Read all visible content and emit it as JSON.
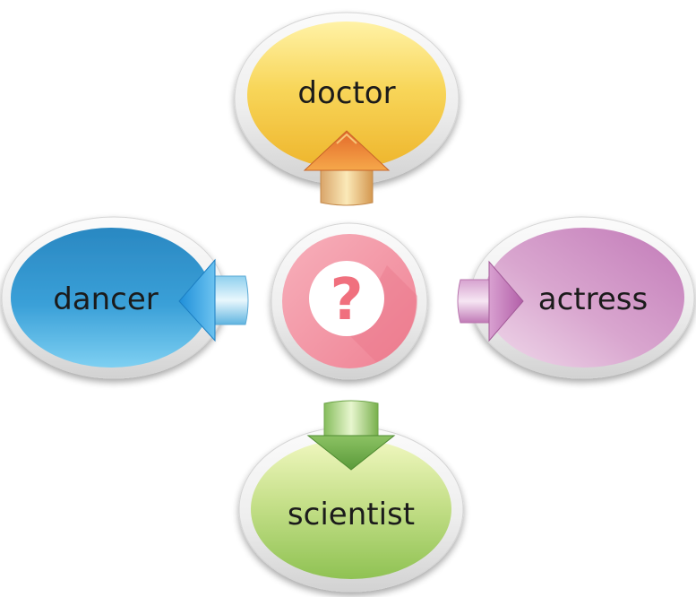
{
  "diagram": {
    "center": {
      "symbol": "?"
    },
    "nodes": {
      "top": {
        "label": "doctor"
      },
      "left": {
        "label": "dancer"
      },
      "right": {
        "label": "actress"
      },
      "bottom": {
        "label": "scientist"
      }
    }
  },
  "colors": {
    "doctor": "#f5c93f",
    "dancer": "#3aa0d8",
    "actress": "#cf8fc2",
    "scientist": "#9ccb5c",
    "center": "#f3909f",
    "arrow_up": "#ee7d3a",
    "arrow_left": "#3aa7e8",
    "arrow_right": "#c776bd",
    "arrow_down": "#6aa548"
  }
}
